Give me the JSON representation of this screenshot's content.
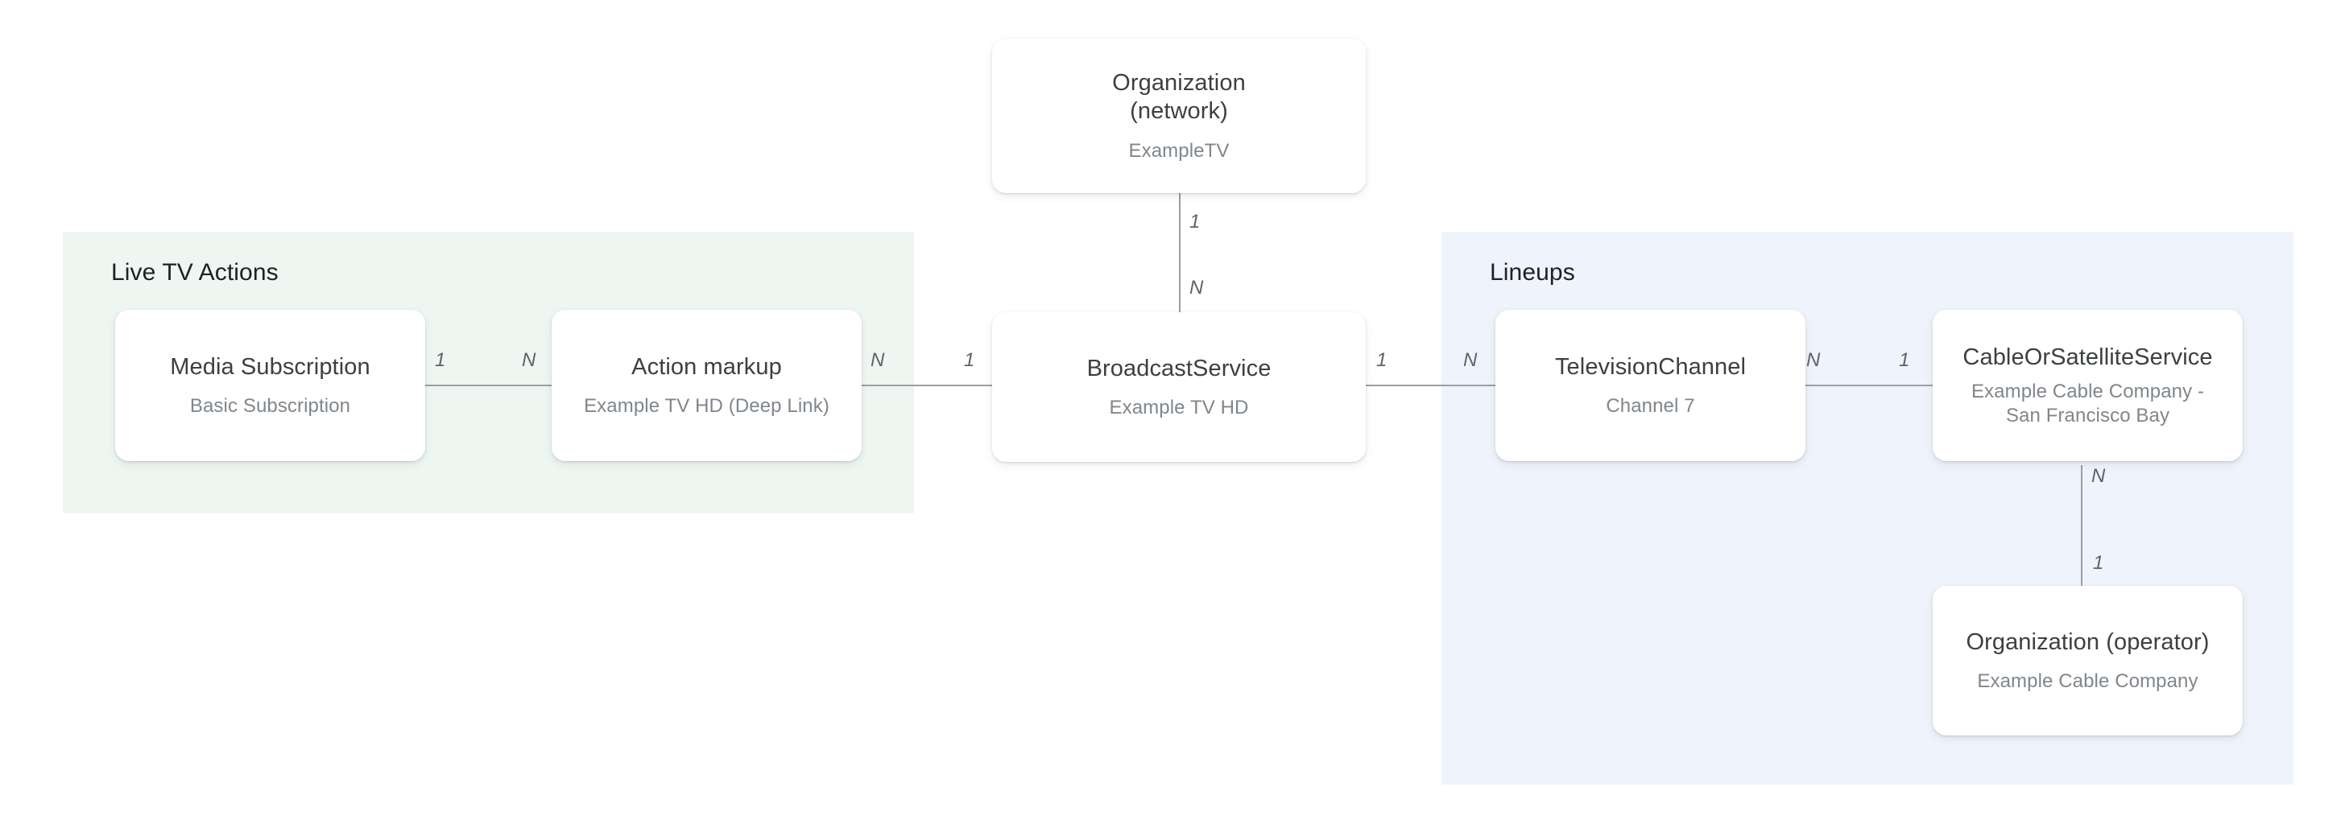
{
  "diagram": {
    "title_text": "",
    "background_color": "#ffffff",
    "panels": [
      {
        "id": "live-tv-actions",
        "label": "Live TV Actions",
        "color": "#eef6f1"
      },
      {
        "id": "lineups",
        "label": "Lineups",
        "color": "#eff3fc"
      }
    ],
    "nodes": [
      {
        "id": "organization-network",
        "title": "Organization\n(network)",
        "subtitle": "ExampleTV"
      },
      {
        "id": "media-subscription",
        "title": "Media Subscription",
        "subtitle": "Basic Subscription"
      },
      {
        "id": "action-markup",
        "title": "Action markup",
        "subtitle": "Example TV HD (Deep Link)"
      },
      {
        "id": "broadcast-service",
        "title": "BroadcastService",
        "subtitle": "Example TV HD"
      },
      {
        "id": "television-channel",
        "title": "TelevisionChannel",
        "subtitle": "Channel 7"
      },
      {
        "id": "cable-or-satellite-service",
        "title": "CableOrSatelliteService",
        "subtitle": "Example Cable Company -\nSan Francisco Bay"
      },
      {
        "id": "organization-operator",
        "title": "Organization (operator)",
        "subtitle": "Example Cable Company"
      }
    ],
    "edges": [
      {
        "id": "org-network-to-broadcast-service",
        "from": "organization-network",
        "to": "broadcast-service",
        "orientation": "vertical",
        "from_cardinality": "1",
        "to_cardinality": "N"
      },
      {
        "id": "media-subscription-to-action-markup",
        "from": "media-subscription",
        "to": "action-markup",
        "orientation": "horizontal",
        "from_cardinality": "1",
        "to_cardinality": "N"
      },
      {
        "id": "action-markup-to-broadcast-service",
        "from": "action-markup",
        "to": "broadcast-service",
        "orientation": "horizontal",
        "from_cardinality": "N",
        "to_cardinality": "1"
      },
      {
        "id": "broadcast-service-to-television-channel",
        "from": "broadcast-service",
        "to": "television-channel",
        "orientation": "horizontal",
        "from_cardinality": "1",
        "to_cardinality": "N"
      },
      {
        "id": "television-channel-to-cable-or-satellite-service",
        "from": "television-channel",
        "to": "cable-or-satellite-service",
        "orientation": "horizontal",
        "from_cardinality": "N",
        "to_cardinality": "1"
      },
      {
        "id": "cable-or-satellite-service-to-org-operator",
        "from": "cable-or-satellite-service",
        "to": "organization-operator",
        "orientation": "vertical",
        "from_cardinality": "N",
        "to_cardinality": "1"
      }
    ],
    "colors": {
      "node_title": "#3c4043",
      "node_subtitle": "#80868b",
      "panel_title": "#202124",
      "edge_line": "#9aa0a6",
      "cardinality_label": "#5f6368",
      "node_background": "#ffffff"
    }
  }
}
